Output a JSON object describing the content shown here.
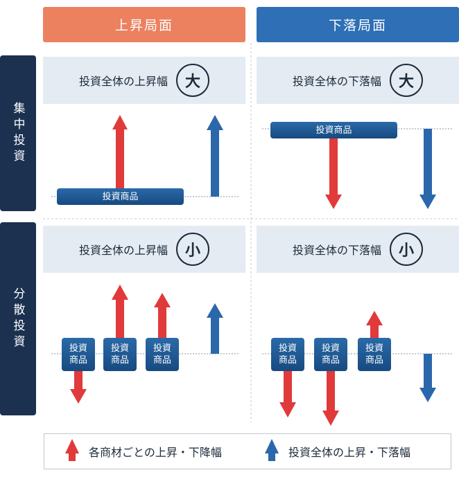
{
  "columns": {
    "up": "上昇局面",
    "down": "下落局面"
  },
  "rows": {
    "concentrated": "集中投資",
    "diversified": "分散投資"
  },
  "bands": {
    "up_large": {
      "text": "投資全体の上昇幅",
      "badge": "大"
    },
    "down_large": {
      "text": "投資全体の下落幅",
      "badge": "大"
    },
    "up_small": {
      "text": "投資全体の上昇幅",
      "badge": "小"
    },
    "down_small": {
      "text": "投資全体の下落幅",
      "badge": "小"
    }
  },
  "product_label_wide": "投資商品",
  "product_label_stacked": {
    "line1": "投資",
    "line2": "商品"
  },
  "legend": {
    "red": "各商材ごとの上昇・下降幅",
    "blue": "投資全体の上昇・下落幅"
  },
  "colors": {
    "up_header": "#ec8160",
    "down_header": "#2e6fb5",
    "red_arrow": "#e03a3a",
    "blue_arrow": "#2b67ab",
    "row_header": "#1c3150"
  }
}
